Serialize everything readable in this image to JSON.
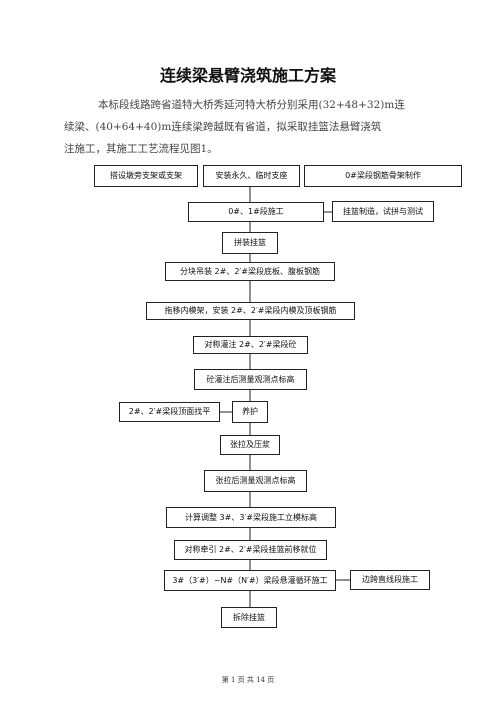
{
  "doc": {
    "title": "连续梁悬臂浇筑施工方案",
    "paragraph": {
      "line1": "本标段线路跨省道特大桥秀延河特大桥分别采用(32+48+32)m连",
      "line2": "续梁、(40+64+40)m连续梁跨越既有省道，拟采取挂篮法悬臂浇筑",
      "line3": "注施工，其施工工艺流程见图1。"
    }
  },
  "flow": {
    "b1": "搭设墩旁支架或支架",
    "b2": "安装永久、临时支座",
    "b3": "0#梁段钢筋骨架制作",
    "b4": "0#、1#段施工",
    "b5": "挂篮制造，试拼与测试",
    "b6": "拼装挂篮",
    "b7": "分块吊装 2#、2′#梁段底板、腹板钢筋",
    "b8": "拖移内模架，安装 2#、2′#梁段内模及顶板钢筋",
    "b9": "对称灌注 2#、2′#梁段砼",
    "b10": "砼灌注后测量观测点标高",
    "b11": "2#、2′#梁段顶面找平",
    "b12": "养护",
    "b13": "张拉及压浆",
    "b14": "张拉后测量观测点标高",
    "b15": "计算调整 3#、3′#梁段施工立模标高",
    "b16": "对称牵引 2#、2′#梁段挂篮前移就位",
    "b17": "3#（3′#）~N#（N′#）梁段悬灌循环施工",
    "b18": "边跨直线段施工",
    "b19": "拆除挂篮"
  },
  "footer": "第 1 页 共 14 页"
}
